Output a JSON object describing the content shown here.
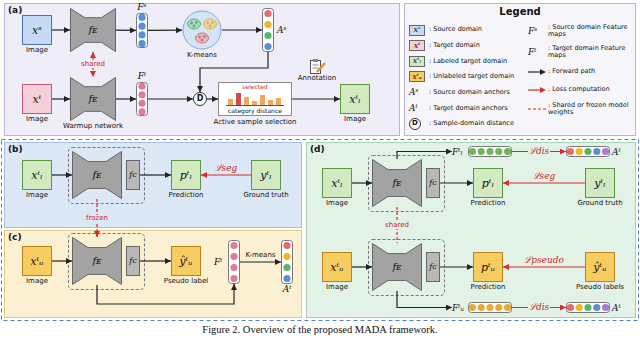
{
  "diagram": {
    "caption": "Figure 2. Overview of the proposed MADA framework.",
    "nodes": [
      {
        "text": [
          "(a)"
        ]
      },
      {
        "text": [
          "xˢ",
          "Image"
        ],
        "in": 0
      },
      {
        "text": [
          "fᴇ"
        ],
        "in": 0
      },
      {
        "text": [
          "Fˢ"
        ],
        "in": 0
      },
      {
        "text": [
          "K-means"
        ],
        "in": 0
      },
      {
        "text": [
          "Aˢ"
        ],
        "in": 0
      },
      {
        "text": [
          "xᵗ",
          "Image"
        ],
        "in": 0
      },
      {
        "text": [
          "fᴇ",
          "Warmup network"
        ],
        "in": 0
      },
      {
        "text": [
          "Fᵗ"
        ],
        "in": 0
      },
      {
        "text": [
          "D"
        ],
        "in": 0
      },
      {
        "text": [
          "selected",
          "category distance",
          "Active sample selection"
        ],
        "in": 0
      },
      {
        "text": [
          "Annotation"
        ],
        "in": 0
      },
      {
        "text": [
          "xᵗₗ",
          "Image"
        ],
        "in": 0
      },
      {
        "text": [
          "(b)"
        ]
      },
      {
        "text": [
          "xᵗₗ",
          "Image"
        ],
        "in": 13
      },
      {
        "text": [
          "fᴇ"
        ],
        "in": 13
      },
      {
        "text": [
          "fᴄ"
        ],
        "in": 13
      },
      {
        "text": [
          "pᵗₗ",
          "Prediction"
        ],
        "in": 13
      },
      {
        "text": [
          "yᵗₗ",
          "Ground truth"
        ],
        "in": 13
      },
      {
        "text": [
          "(c)"
        ]
      },
      {
        "text": [
          "xᵗᵤ",
          "Image"
        ],
        "in": 19
      },
      {
        "text": [
          "fᴇ"
        ],
        "in": 19
      },
      {
        "text": [
          "fᴄ"
        ],
        "in": 19
      },
      {
        "text": [
          "ŷᵗᵤ",
          "Pseudo label"
        ],
        "in": 19
      },
      {
        "text": [
          "Fᵗ"
        ],
        "in": 19
      },
      {
        "text": [
          "Aᵗ"
        ],
        "in": 19
      },
      {
        "text": [
          "(d)"
        ]
      },
      {
        "text": [
          "xᵗₗ",
          "Image"
        ],
        "in": 26
      },
      {
        "text": [
          "fᴇ"
        ],
        "in": 26
      },
      {
        "text": [
          "fᴄ"
        ],
        "in": 26
      },
      {
        "text": [
          "pᵗₗ",
          "Prediction"
        ],
        "in": 26
      },
      {
        "text": [
          "yᵗₗ",
          "Ground truth"
        ],
        "in": 26
      },
      {
        "text": [
          "Fᵗₗ"
        ],
        "in": 26
      },
      {
        "text": [
          "Aᵗ"
        ],
        "in": 26
      },
      {
        "text": [
          "xᵗᵤ",
          "Image"
        ],
        "in": 26
      },
      {
        "text": [
          "fᴇ"
        ],
        "in": 26
      },
      {
        "text": [
          "fᴄ"
        ],
        "in": 26
      },
      {
        "text": [
          "pᵗᵤ",
          "Prediction"
        ],
        "in": 26
      },
      {
        "text": [
          "ŷᵗᵤ",
          "Pseudo labels"
        ],
        "in": 26
      },
      {
        "text": [
          "Fᵗᵤ"
        ],
        "in": 26
      },
      {
        "text": [
          "Aᵗ"
        ],
        "in": 26
      },
      {
        "text": [
          "Legend"
        ]
      }
    ],
    "edges": [
      {
        "from": 1,
        "to": 2,
        "arrow": "to"
      },
      {
        "from": 2,
        "to": 3,
        "arrow": "to"
      },
      {
        "from": 3,
        "to": 4,
        "arrow": "to"
      },
      {
        "from": 4,
        "to": 5,
        "arrow": "to"
      },
      {
        "from": 5,
        "to": 9,
        "arrow": "to"
      },
      {
        "from": 6,
        "to": 7,
        "arrow": "to"
      },
      {
        "from": 7,
        "to": 8,
        "arrow": "to"
      },
      {
        "from": 8,
        "to": 9,
        "arrow": "to"
      },
      {
        "from": 9,
        "to": 10,
        "arrow": "to"
      },
      {
        "from": 10,
        "to": 12,
        "arrow": "to"
      },
      {
        "from": 2,
        "to": 7,
        "label": "shared",
        "arrow": "both"
      },
      {
        "from": 14,
        "to": 15,
        "arrow": "to"
      },
      {
        "from": 16,
        "to": 17,
        "arrow": "to"
      },
      {
        "from": 18,
        "to": 17,
        "label": "ℒseg",
        "arrow": "to"
      },
      {
        "from": 15,
        "to": 21,
        "label": "frozen",
        "arrow": "to"
      },
      {
        "from": 20,
        "to": 21,
        "arrow": "to"
      },
      {
        "from": 22,
        "to": 23,
        "arrow": "to"
      },
      {
        "from": 21,
        "to": 24,
        "arrow": "to"
      },
      {
        "from": 24,
        "to": 25,
        "label": "K-means",
        "arrow": "to"
      },
      {
        "from": 27,
        "to": 28,
        "arrow": "to"
      },
      {
        "from": 29,
        "to": 30,
        "arrow": "to"
      },
      {
        "from": 31,
        "to": 30,
        "label": "ℒseg",
        "arrow": "to"
      },
      {
        "from": 28,
        "to": 32,
        "arrow": "to"
      },
      {
        "from": 32,
        "to": 33,
        "label": "ℒdis",
        "arrow": "to"
      },
      {
        "from": 34,
        "to": 35,
        "arrow": "to"
      },
      {
        "from": 36,
        "to": 37,
        "arrow": "to"
      },
      {
        "from": 38,
        "to": 37,
        "label": "ℒpseudo",
        "arrow": "to"
      },
      {
        "from": 35,
        "to": 39,
        "arrow": "to"
      },
      {
        "from": 39,
        "to": 40,
        "label": "ℒdis",
        "arrow": "to"
      },
      {
        "from": 28,
        "to": 35,
        "label": "shared",
        "arrow": "none"
      }
    ],
    "labels": [
      "xˢ",
      "xᵗ",
      "xᵗₗ",
      "xᵗᵤ",
      "Aˢ",
      "Aᵗ",
      "D",
      "Fˢ",
      "Fᵗ"
    ],
    "legend": [
      {
        "text": ": Source domain",
        "color": "#c6daf3"
      },
      {
        "text": ": Target domain",
        "color": "#f6cfdb"
      },
      {
        "text": ": Labeled target domain",
        "color": "#d2eac0"
      },
      {
        "text": ": Unlabeled target domain",
        "color": "#f7cd62"
      },
      {
        "text": ": Source domain anchors"
      },
      {
        "text": ": Target domain anchors"
      },
      {
        "text": ": Sample-domain distance"
      },
      {
        "text": ": Source domain Feature maps"
      },
      {
        "text": ": Target domain Feature maps"
      },
      {
        "text": ": Forward path"
      },
      {
        "text": ": Loss computation"
      },
      {
        "text": ": Shared or frozen model weights"
      }
    ]
  }
}
